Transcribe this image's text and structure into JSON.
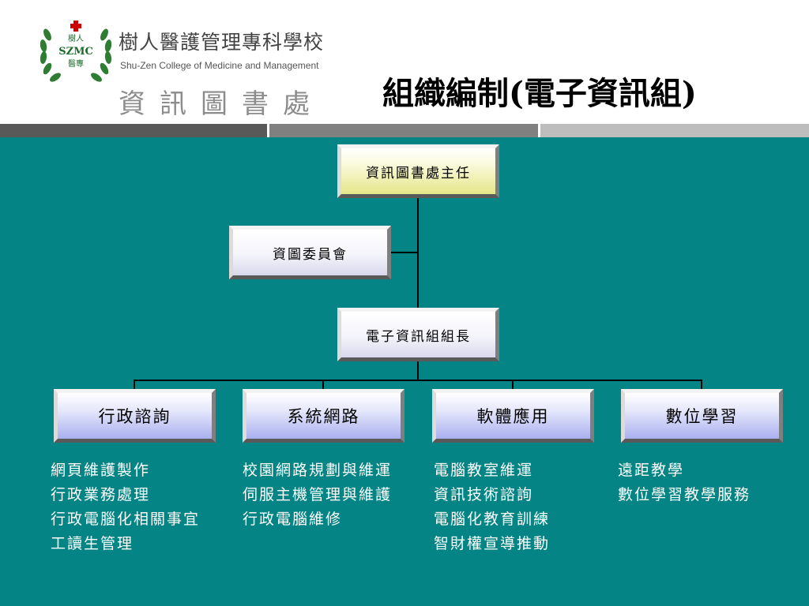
{
  "header": {
    "logo": {
      "icon": "szmc-laurel-logo",
      "text_top": "樹人",
      "text_mid": "SZMC",
      "text_bottom": "醫專",
      "colors": {
        "wreath": "#2e7d32",
        "text": "#1b6b2a",
        "cross": "#cc0000"
      }
    },
    "school_name_cn": "樹人醫護管理專科學校",
    "school_name_en": "Shu-Zen College of Medicine and Management",
    "department": "資訊圖書處",
    "slide_title": "組織編制(電子資訊組)"
  },
  "colors": {
    "background": "#048484",
    "stripe_dark": "#595959",
    "stripe_mid": "#808080",
    "stripe_light": "#bdbdbd"
  },
  "org_chart": {
    "director": "資訊圖書處主任",
    "committee": "資圖委員會",
    "leader": "電子資訊組組長",
    "units": [
      {
        "name": "行政諮詢",
        "duties": [
          "網頁維護製作",
          "行政業務處理",
          "行政電腦化相關事宜",
          "工讀生管理"
        ]
      },
      {
        "name": "系統網路",
        "duties": [
          "校園網路規劃與維運",
          "伺服主機管理與維護",
          "行政電腦維修"
        ]
      },
      {
        "name": "軟體應用",
        "duties": [
          "電腦教室維運",
          "資訊技術諮詢",
          "電腦化教育訓練",
          "智財權宣導推動"
        ]
      },
      {
        "name": "數位學習",
        "duties": [
          "遠距教學",
          "數位學習教學服務"
        ]
      }
    ]
  }
}
